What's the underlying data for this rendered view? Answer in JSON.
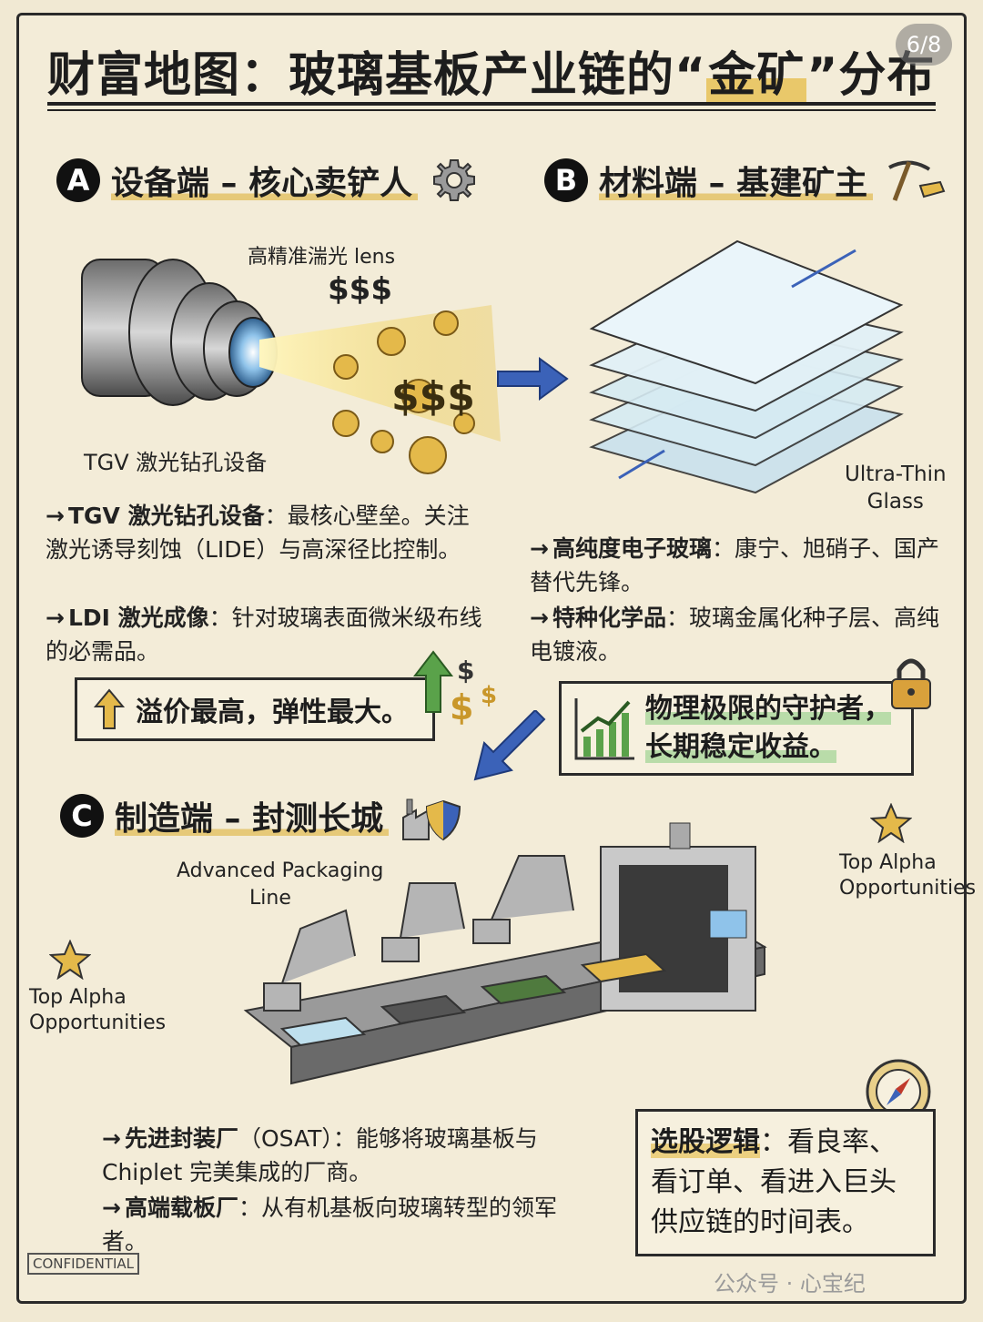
{
  "page_indicator": "6/8",
  "title": {
    "prefix": "财富地图：玻璃基板产业链的“",
    "highlight": "金矿",
    "suffix": "”分布"
  },
  "section_a": {
    "letter": "A",
    "heading": "设备端 – 核心卖铲人",
    "lens_label": "高精准湍光 lens",
    "device_label": "TGV 激光钻孔设备",
    "money_symbols": [
      "$$$",
      "$$$"
    ],
    "bullets": [
      {
        "bold": "TGV 激光钻孔设备",
        "text": "：最核心壁垒。关注激光诱导刻蚀（LIDE）与高深径比控制。"
      },
      {
        "bold": "LDI 激光成像",
        "text": "：针对玻璃表面微米级布线的必需品。"
      }
    ],
    "highlight_box": "溢价最高，弹性最大。"
  },
  "section_b": {
    "letter": "B",
    "heading": "材料端 – 基建矿主",
    "glass_label_line1": "Ultra-Thin",
    "glass_label_line2": "Glass",
    "bullets": [
      {
        "bold": "高纯度电子玻璃",
        "text": "：康宁、旭硝子、国产替代先锋。"
      },
      {
        "bold": "特种化学品",
        "text": "：玻璃金属化种子层、高纯电镀液。"
      }
    ],
    "highlight_box_line1": "物理极限的守护者，",
    "highlight_box_line2": "长期稳定收益。"
  },
  "section_c": {
    "letter": "C",
    "heading": "制造端 – 封测长城",
    "line_label_1": "Advanced Packaging",
    "line_label_2": "Line",
    "bullets": [
      {
        "bold": "先进封装厂",
        "text": "（OSAT）：能够将玻璃基板与 Chiplet 完美集成的厂商。"
      },
      {
        "bold": "高端载板厂",
        "text": "：从有机基板向玻璃转型的领军者。"
      }
    ]
  },
  "top_alpha_left_1": "Top Alpha",
  "top_alpha_left_2": "Opportunities",
  "top_alpha_right_1": "Top Alpha",
  "top_alpha_right_2": "Opportunities",
  "stock_logic": {
    "bold": "选股逻辑",
    "text": "：看良率、看订单、看进入巨头供应链的时间表。"
  },
  "confidential": "CONFIDENTIAL",
  "watermark": "公众号 · 心宝纪",
  "colors": {
    "background": "#f1e9d3",
    "gold": "#e6c978",
    "green": "#5aa24a",
    "blue": "#3b62b8",
    "ink": "#1d1d1d"
  }
}
